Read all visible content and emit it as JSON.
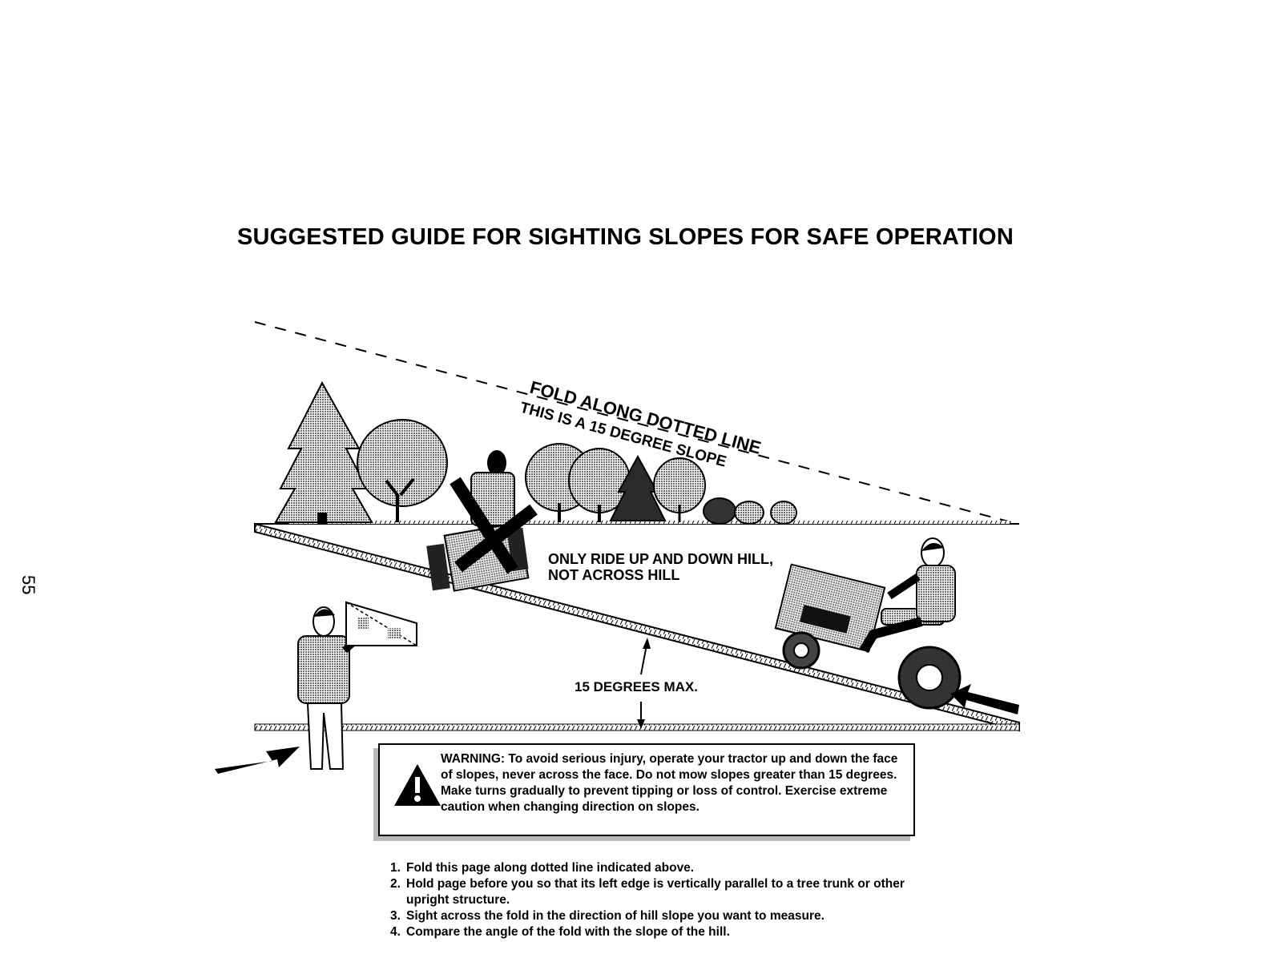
{
  "page": {
    "title": "SUGGESTED GUIDE FOR SIGHTING SLOPES FOR SAFE OPERATION",
    "number": "55"
  },
  "diagram": {
    "fold_label": "FOLD ALONG DOTTED LINE",
    "slope_label": "THIS IS A 15 DEGREE SLOPE",
    "ride_caption_line1": "ONLY RIDE UP AND DOWN HILL,",
    "ride_caption_line2": "NOT ACROSS HILL",
    "angle_caption": "15 DEGREES MAX."
  },
  "warning": {
    "icon": "warning-triangle-icon",
    "text": "WARNING: To avoid serious injury, operate your tractor up and down the face of slopes, never across the face. Do not mow slopes greater than 15 degrees. Make turns gradually to prevent tipping or loss of control. Exercise extreme caution when changing direction on slopes."
  },
  "instructions": [
    {
      "num": "1.",
      "text": "Fold this page along dotted line indicated above."
    },
    {
      "num": "2.",
      "text": "Hold page before you so that its left edge is vertically parallel to a tree trunk or other upright structure."
    },
    {
      "num": "3.",
      "text": "Sight across the fold in the direction of hill slope you want to measure."
    },
    {
      "num": "4.",
      "text": "Compare the angle of the fold with the slope of the hill."
    }
  ],
  "colors": {
    "ink": "#000000",
    "tone": "#9a9a9a",
    "shadow": "#b8b8b8"
  }
}
